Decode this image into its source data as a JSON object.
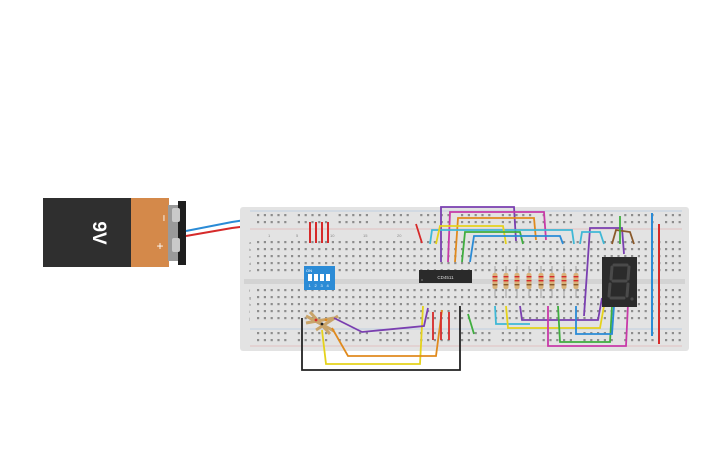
{
  "battery": {
    "label": "9V",
    "minus": "−",
    "plus": "+"
  },
  "dip_switch": {
    "on_label": "ON",
    "switch_numbers": [
      "1",
      "2",
      "3",
      "4"
    ]
  },
  "ic": {
    "label": "CD4511"
  },
  "seven_segment": {
    "digit": "8."
  },
  "breadboard": {
    "row_letters_top": [
      "a",
      "b",
      "c",
      "d",
      "e"
    ],
    "row_letters_bottom": [
      "f",
      "g",
      "h",
      "i",
      "j"
    ],
    "column_numbers": [
      "1",
      "5",
      "10",
      "15",
      "20"
    ]
  },
  "colors": {
    "board": "#e3e3e3",
    "battery_body": "#2f2f2f",
    "battery_cap": "#d4894a",
    "dip_switch": "#2b8bd6",
    "ic_body": "#2a2a2a",
    "display_body": "#2b2b2b",
    "segment_off": "#4a4a4a",
    "wire_red": "#d62a2a",
    "wire_blue": "#2a8bd6",
    "wire_purple": "#7a3fb0",
    "wire_orange": "#e08a1e",
    "wire_yellow": "#e5d21b",
    "wire_black": "#222222",
    "wire_green": "#3fae3f",
    "wire_magenta": "#c83aa8",
    "wire_cyan": "#3fb8d6",
    "wire_brown": "#8a5a2b"
  }
}
